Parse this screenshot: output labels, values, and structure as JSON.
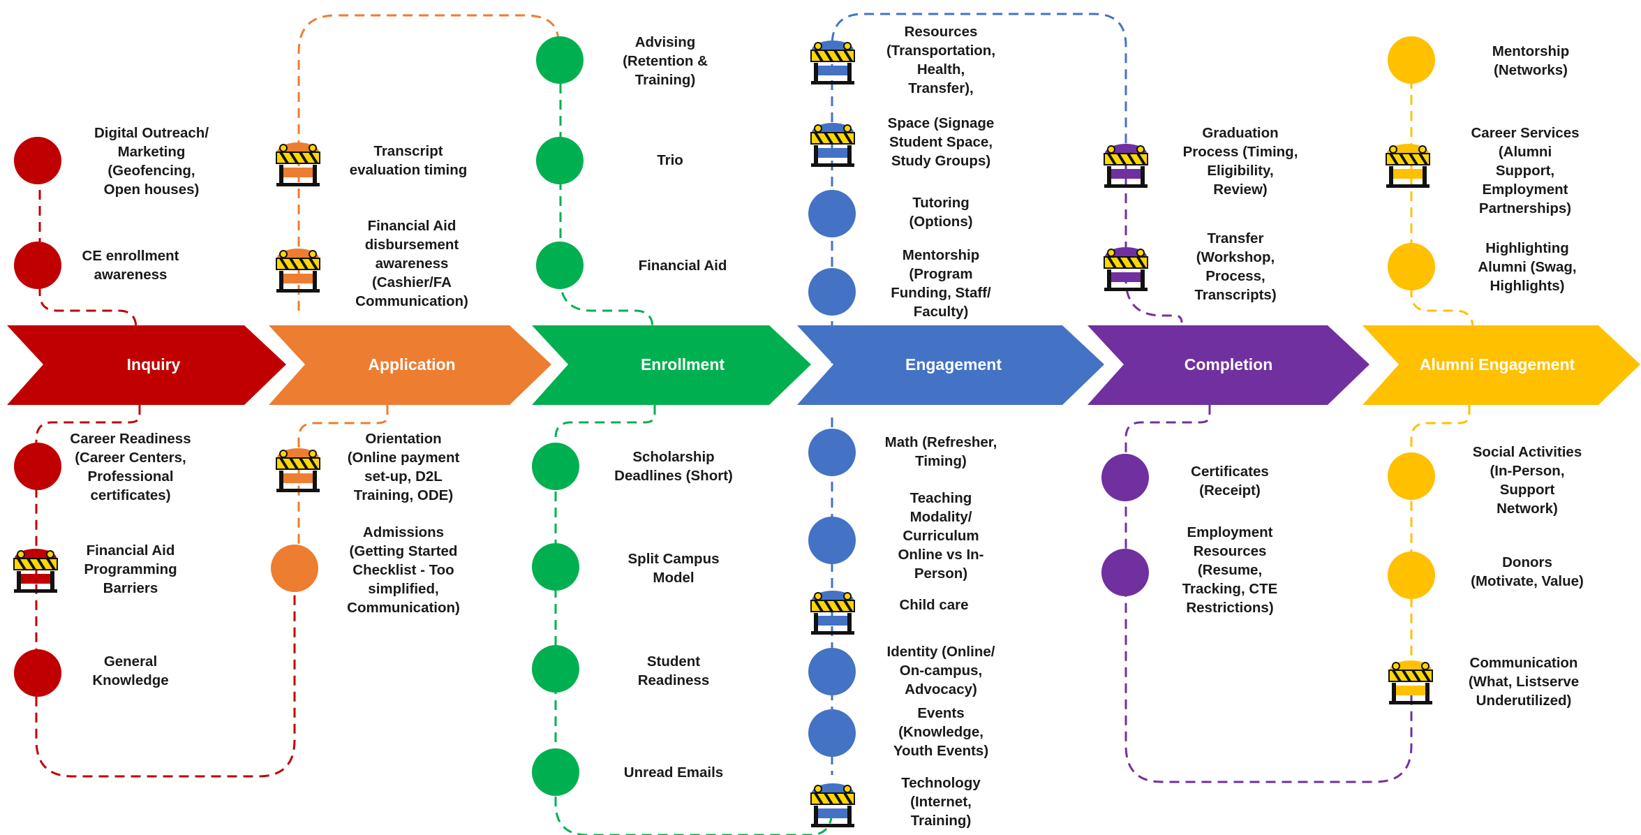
{
  "colors": {
    "inquiry": "#C00000",
    "application": "#ED7D31",
    "enrollment": "#00B050",
    "engagement": "#4472C4",
    "completion": "#7030A0",
    "alumni": "#FFC000"
  },
  "icons": {
    "node": "circle-node-icon",
    "barrier": "road-barrier-icon"
  },
  "stages": [
    {
      "label": "Inquiry"
    },
    {
      "label": "Application"
    },
    {
      "label": "Enrollment"
    },
    {
      "label": "Engagement"
    },
    {
      "label": "Completion"
    },
    {
      "label": "Alumni Engagement"
    }
  ],
  "items": {
    "inq_digital": "Digital Outreach/\nMarketing\n(Geofencing,\nOpen houses)",
    "inq_ce": "CE enrollment\nawareness",
    "inq_career": "Career Readiness\n(Career Centers,\nProfessional\ncertificates)",
    "inq_fa_prog": "Financial Aid\nProgramming\nBarriers",
    "inq_general": "General\nKnowledge",
    "app_transcript": "Transcript\nevaluation timing",
    "app_fa_disb": "Financial Aid\ndisbursement\nawareness\n(Cashier/FA\nCommunication)",
    "app_orientation": "Orientation\n(Online payment\nset-up, D2L\nTraining, ODE)",
    "app_admissions": "Admissions\n(Getting Started\nChecklist - Too\nsimplified,\nCommunication)",
    "enr_advising": "Advising\n(Retention &\nTraining)",
    "enr_trio": "Trio",
    "enr_fa": "Financial Aid",
    "enr_scholarship": "Scholarship\nDeadlines (Short)",
    "enr_split": "Split Campus\nModel",
    "enr_readiness": "Student\nReadiness",
    "enr_emails": "Unread Emails",
    "eng_resources": "Resources\n(Transportation,\nHealth,\nTransfer),",
    "eng_space": "Space (Signage\nStudent Space,\nStudy Groups)",
    "eng_tutoring": "Tutoring\n(Options)",
    "eng_mentorship": "Mentorship\n(Program\nFunding, Staff/\nFaculty)",
    "eng_math": "Math (Refresher,\nTiming)",
    "eng_teaching": "Teaching\nModality/\nCurriculum\nOnline vs In-\nPerson)",
    "eng_childcare": "Child care",
    "eng_identity": "Identity (Online/\nOn-campus,\nAdvocacy)",
    "eng_events": "Events\n(Knowledge,\nYouth Events)",
    "eng_technology": "Technology\n(Internet,\nTraining)",
    "com_graduation": "Graduation\nProcess (Timing,\nEligibility,\nReview)",
    "com_transfer": "Transfer\n(Workshop,\nProcess,\nTranscripts)",
    "com_certificates": "Certificates\n(Receipt)",
    "com_employment": "Employment\nResources\n(Resume,\nTracking, CTE\nRestrictions)",
    "alu_mentorship": "Mentorship\n(Networks)",
    "alu_career": "Career Services\n(Alumni Support,\nEmployment\nPartnerships)",
    "alu_highlighting": "Highlighting\nAlumni (Swag,\nHighlights)",
    "alu_social": "Social Activities\n(In-Person,\nSupport\nNetwork)",
    "alu_donors": "Donors\n(Motivate, Value)",
    "alu_communication": "Communication\n(What, Listserve\nUnderutilized)"
  }
}
